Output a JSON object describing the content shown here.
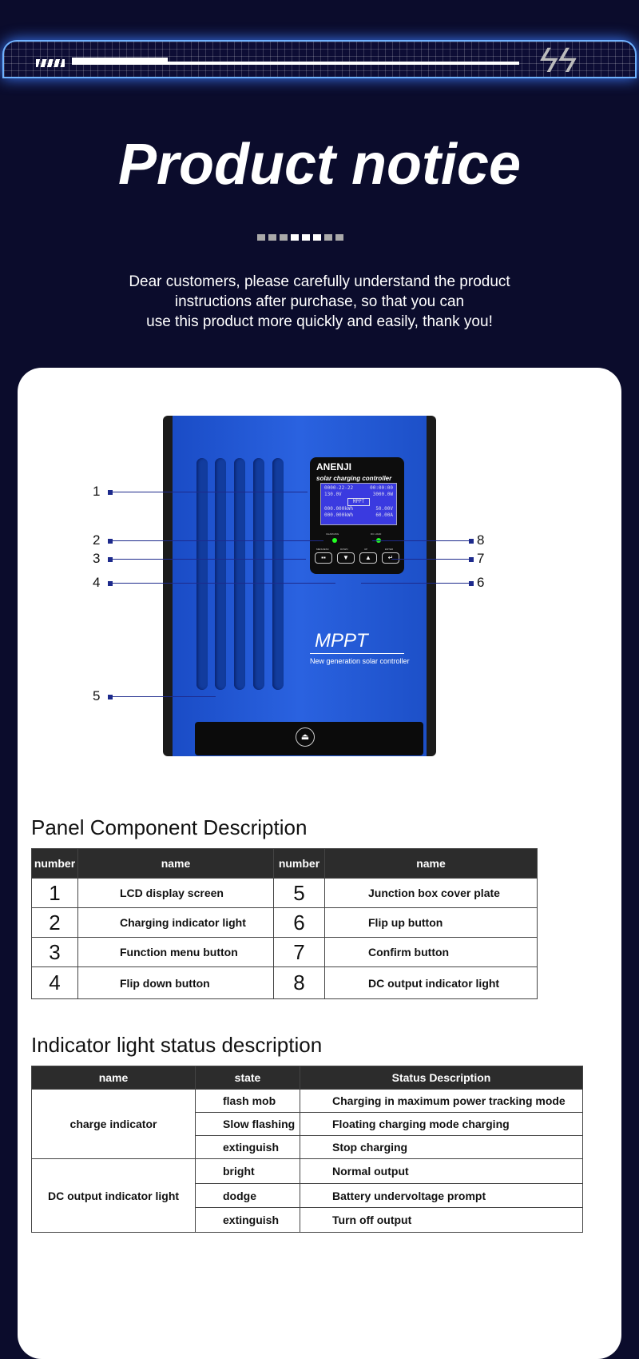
{
  "header": {
    "title": "Product notice",
    "intro": [
      "Dear customers, please carefully understand the product",
      "instructions after purchase, so that you can",
      "use this product more quickly and easily, thank you!"
    ],
    "banner_icon": "lightning-bolt-icon"
  },
  "device": {
    "brand": "ANENJI",
    "subtitle": "solar charging controller",
    "lcd": {
      "date": "0000-22-22",
      "time": "00:00:00",
      "pv_voltage": "130.0V",
      "power": "3000.0W",
      "mode": "MPPT",
      "energy1": "000.000kWh",
      "energy2": "000.000kWh",
      "battery_voltage": "50.00V",
      "current": "60.00A"
    },
    "led_labels": [
      "CHARGING",
      "DC LOAD"
    ],
    "button_labels": [
      "MENU/ESC",
      "DOWN",
      "UP",
      "ENTER"
    ],
    "model": "MPPT",
    "tagline": "New generation solar controller",
    "callouts": [
      "1",
      "2",
      "3",
      "4",
      "5",
      "6",
      "7",
      "8"
    ],
    "colors": {
      "body": "#2a62e0",
      "led": "#22ff22"
    }
  },
  "panel_table": {
    "title": "Panel Component Description",
    "headers": [
      "number",
      "name",
      "number",
      "name"
    ],
    "rows": [
      [
        "1",
        "LCD display screen",
        "5",
        "Junction box cover plate"
      ],
      [
        "2",
        "Charging indicator light",
        "6",
        "Flip up button"
      ],
      [
        "3",
        "Function menu button",
        "7",
        "Confirm button"
      ],
      [
        "4",
        "Flip down button",
        "8",
        "DC output indicator light"
      ]
    ]
  },
  "indicator_table": {
    "title": "Indicator light status description",
    "headers": [
      "name",
      "state",
      "Status Description"
    ],
    "groups": [
      {
        "name": "charge indicator",
        "rows": [
          [
            "flash mob",
            "Charging in maximum power tracking mode"
          ],
          [
            "Slow flashing",
            "Floating charging mode charging"
          ],
          [
            "extinguish",
            "Stop charging"
          ]
        ]
      },
      {
        "name": "DC output indicator light",
        "rows": [
          [
            "bright",
            "Normal output"
          ],
          [
            "dodge",
            "Battery undervoltage prompt"
          ],
          [
            "extinguish",
            "Turn off output"
          ]
        ]
      }
    ]
  }
}
